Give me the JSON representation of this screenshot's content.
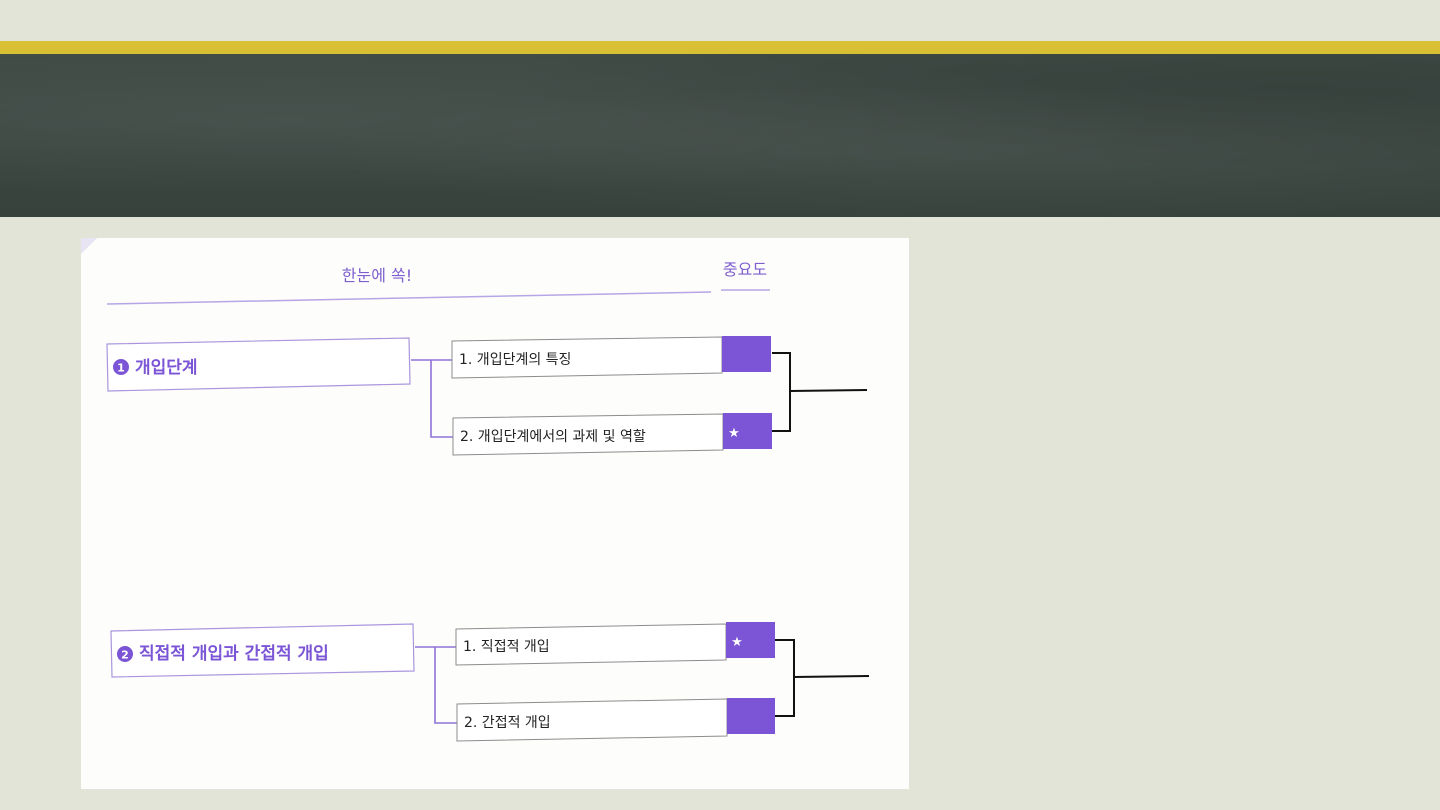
{
  "header": {
    "accent_color": "#d9bf33",
    "chalkboard_color": "#3b4641"
  },
  "diagram": {
    "summary_label": "한눈에 쏙!",
    "importance_label": "중요도",
    "sections": [
      {
        "number": "1",
        "title": "개입단계",
        "items": [
          {
            "label": "1. 개입단계의 특징",
            "star": false
          },
          {
            "label": "2. 개입단계에서의 과제 및 역할",
            "star": true
          }
        ]
      },
      {
        "number": "2",
        "title": "직접적 개입과 간접적 개입",
        "items": [
          {
            "label": "1. 직접적 개입",
            "star": true
          },
          {
            "label": "2. 간접적 개입",
            "star": false
          }
        ]
      }
    ],
    "colors": {
      "purple": "#7b55d6",
      "box_border": "#a996dd",
      "bracket": "#111111"
    }
  }
}
